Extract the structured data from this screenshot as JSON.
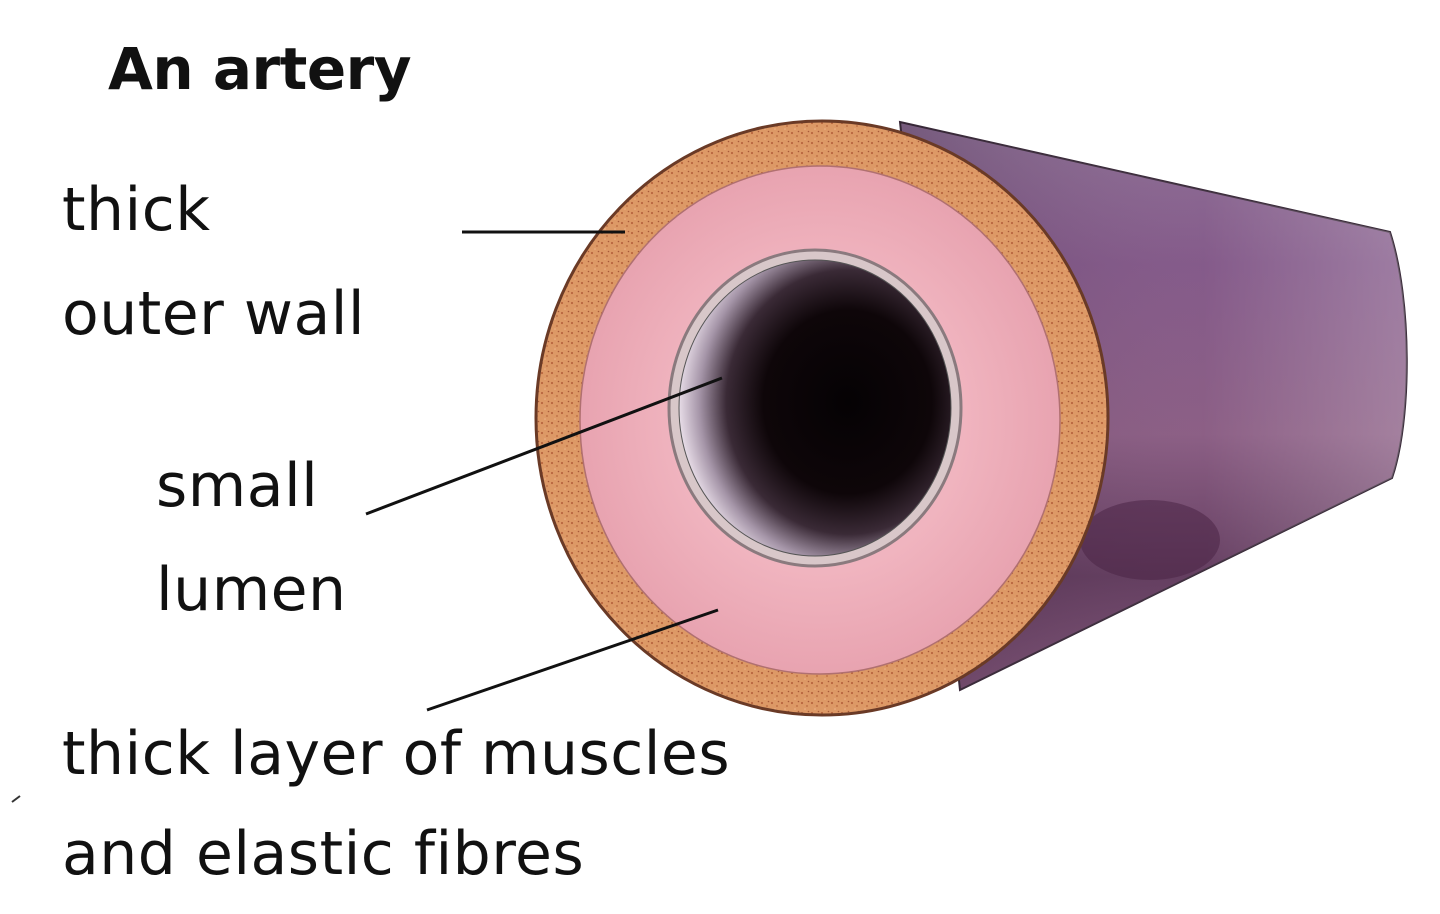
{
  "title": "An artery",
  "labels": {
    "outer_wall": "thick\nouter wall",
    "lumen": "small\nlumen",
    "muscle_layer": "thick layer of muscles\nand elastic fibres"
  },
  "colors": {
    "outer_wall": "#d9905e",
    "muscle_layer": "#eba9b4",
    "lumen_dark": "#0b0508",
    "vessel_body": "#7b4a78",
    "leader_line": "#111111"
  }
}
